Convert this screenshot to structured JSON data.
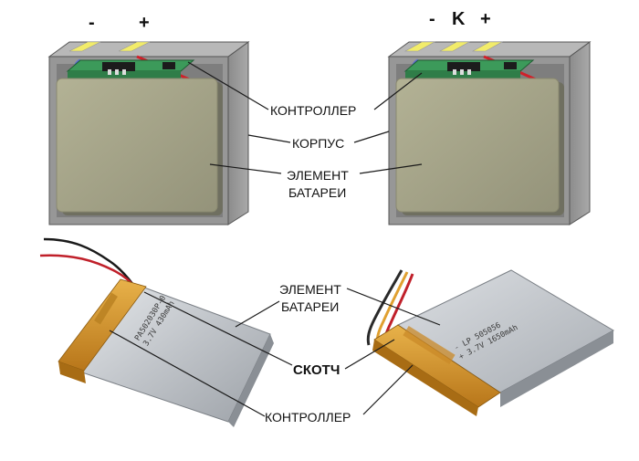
{
  "terminals": {
    "left": {
      "minus": "-",
      "plus": "+"
    },
    "right": {
      "minus": "-",
      "k": "K",
      "plus": "+"
    }
  },
  "labels": {
    "controller_top": "КОНТРОЛЛЕР",
    "case": "КОРПУС",
    "element_top_line1": "ЭЛЕМЕНТ",
    "element_top_line2": "БАТАРЕИ",
    "element_bottom_line1": "ЭЛЕМЕНТ",
    "element_bottom_line2": "БАТАРЕИ",
    "tape": "СКОТЧ",
    "controller_bottom": "КОНТРОЛЛЕР"
  },
  "cell_prints": {
    "left_line1": "PA502030P-0",
    "left_line2": "3.7V 430mAh",
    "right_line1": "- LP 505056",
    "right_line2": "+ 3.7V 1650mAh"
  },
  "colors": {
    "case_gray": "#9a9a9a",
    "cell_olive": "#a3a283",
    "pcb_green": "#3c9a5a",
    "tape_orange": "#d89a2a",
    "foil_silver": "#c9cdd2",
    "wire_red": "#d0202a"
  }
}
